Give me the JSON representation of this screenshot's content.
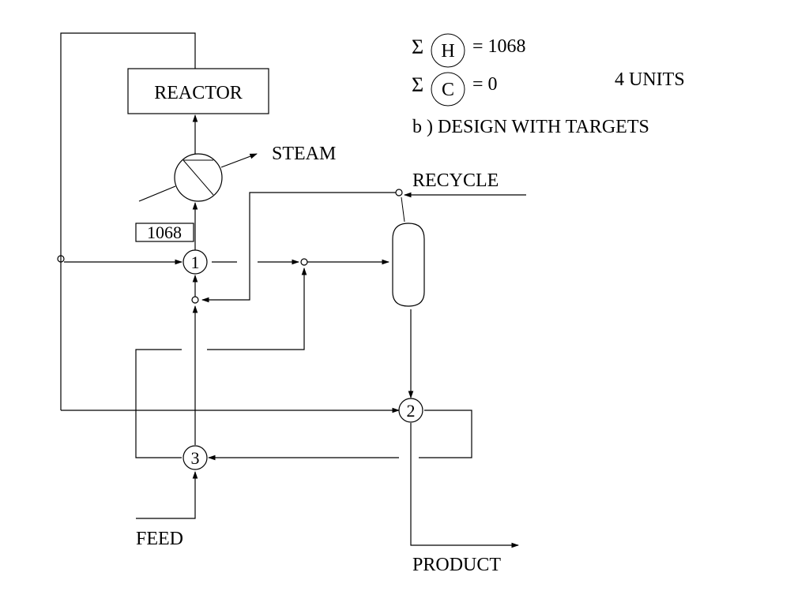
{
  "summary": {
    "sigma_symbol": "Σ",
    "hot_symbol": "H",
    "hot_value": "= 1068",
    "cold_symbol": "C",
    "cold_value": "= 0",
    "units": "4 UNITS",
    "caption": "b )  DESIGN WITH TARGETS"
  },
  "streams": {
    "reactor": "REACTOR",
    "steam": "STEAM",
    "recycle": "RECYCLE",
    "feed": "FEED",
    "product": "PRODUCT"
  },
  "duty_box": "1068",
  "exchangers": {
    "unit_1": "1",
    "unit_2": "2",
    "unit_3": "3"
  },
  "colors": {
    "line": "#000000",
    "background": "#ffffff"
  }
}
